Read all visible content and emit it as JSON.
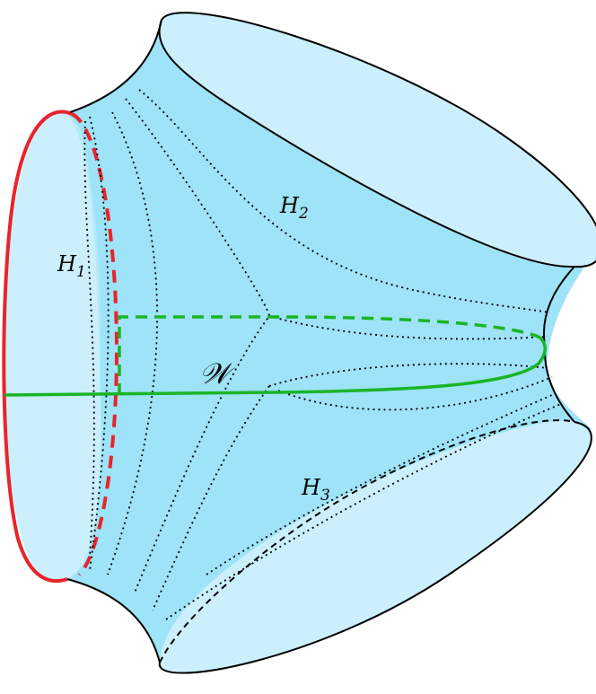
{
  "labels": {
    "h1": {
      "main": "H",
      "sub": "1"
    },
    "h2": {
      "main": "H",
      "sub": "2"
    },
    "h3": {
      "main": "H",
      "sub": "3"
    },
    "w": "𝒲"
  },
  "colors": {
    "surface": "#9ee3f7",
    "surface_light": "#cbeffc",
    "boundary_red": "#e8242a",
    "path_green": "#1ab526",
    "outline": "#000000"
  }
}
